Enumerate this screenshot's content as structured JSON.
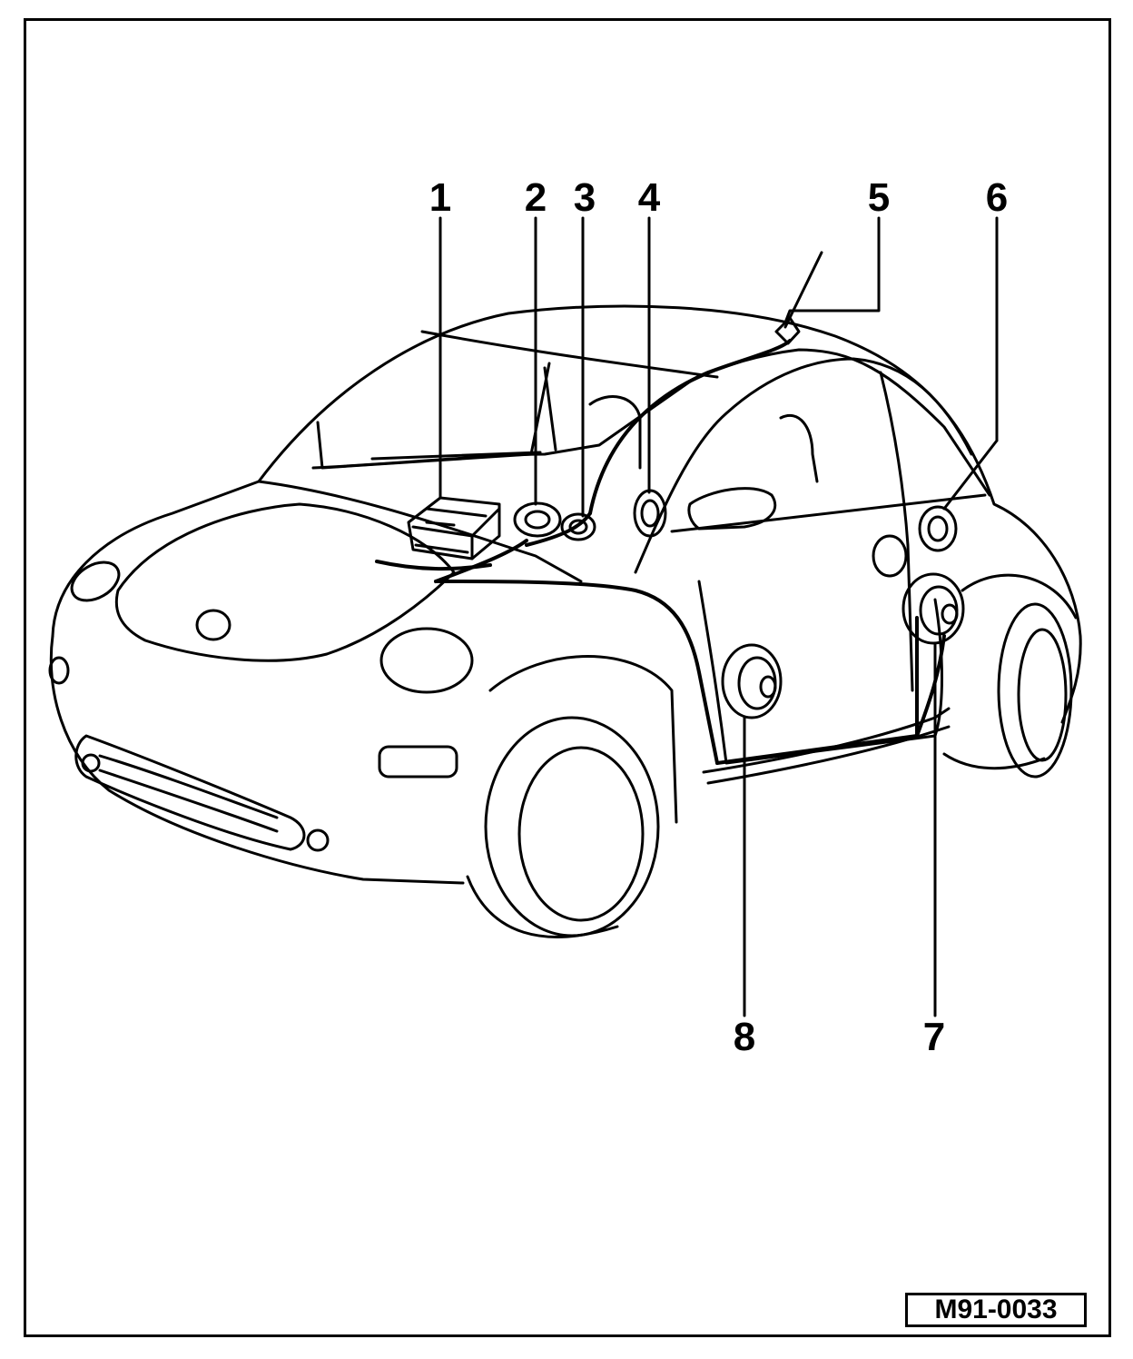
{
  "figure": {
    "code": "M91-0033",
    "callouts": [
      {
        "id": "callout-1",
        "label": "1"
      },
      {
        "id": "callout-2",
        "label": "2"
      },
      {
        "id": "callout-3",
        "label": "3"
      },
      {
        "id": "callout-4",
        "label": "4"
      },
      {
        "id": "callout-5",
        "label": "5"
      },
      {
        "id": "callout-6",
        "label": "6"
      },
      {
        "id": "callout-7",
        "label": "7"
      },
      {
        "id": "callout-8",
        "label": "8"
      }
    ]
  },
  "colors": {
    "line": "#000000",
    "background": "#ffffff"
  }
}
